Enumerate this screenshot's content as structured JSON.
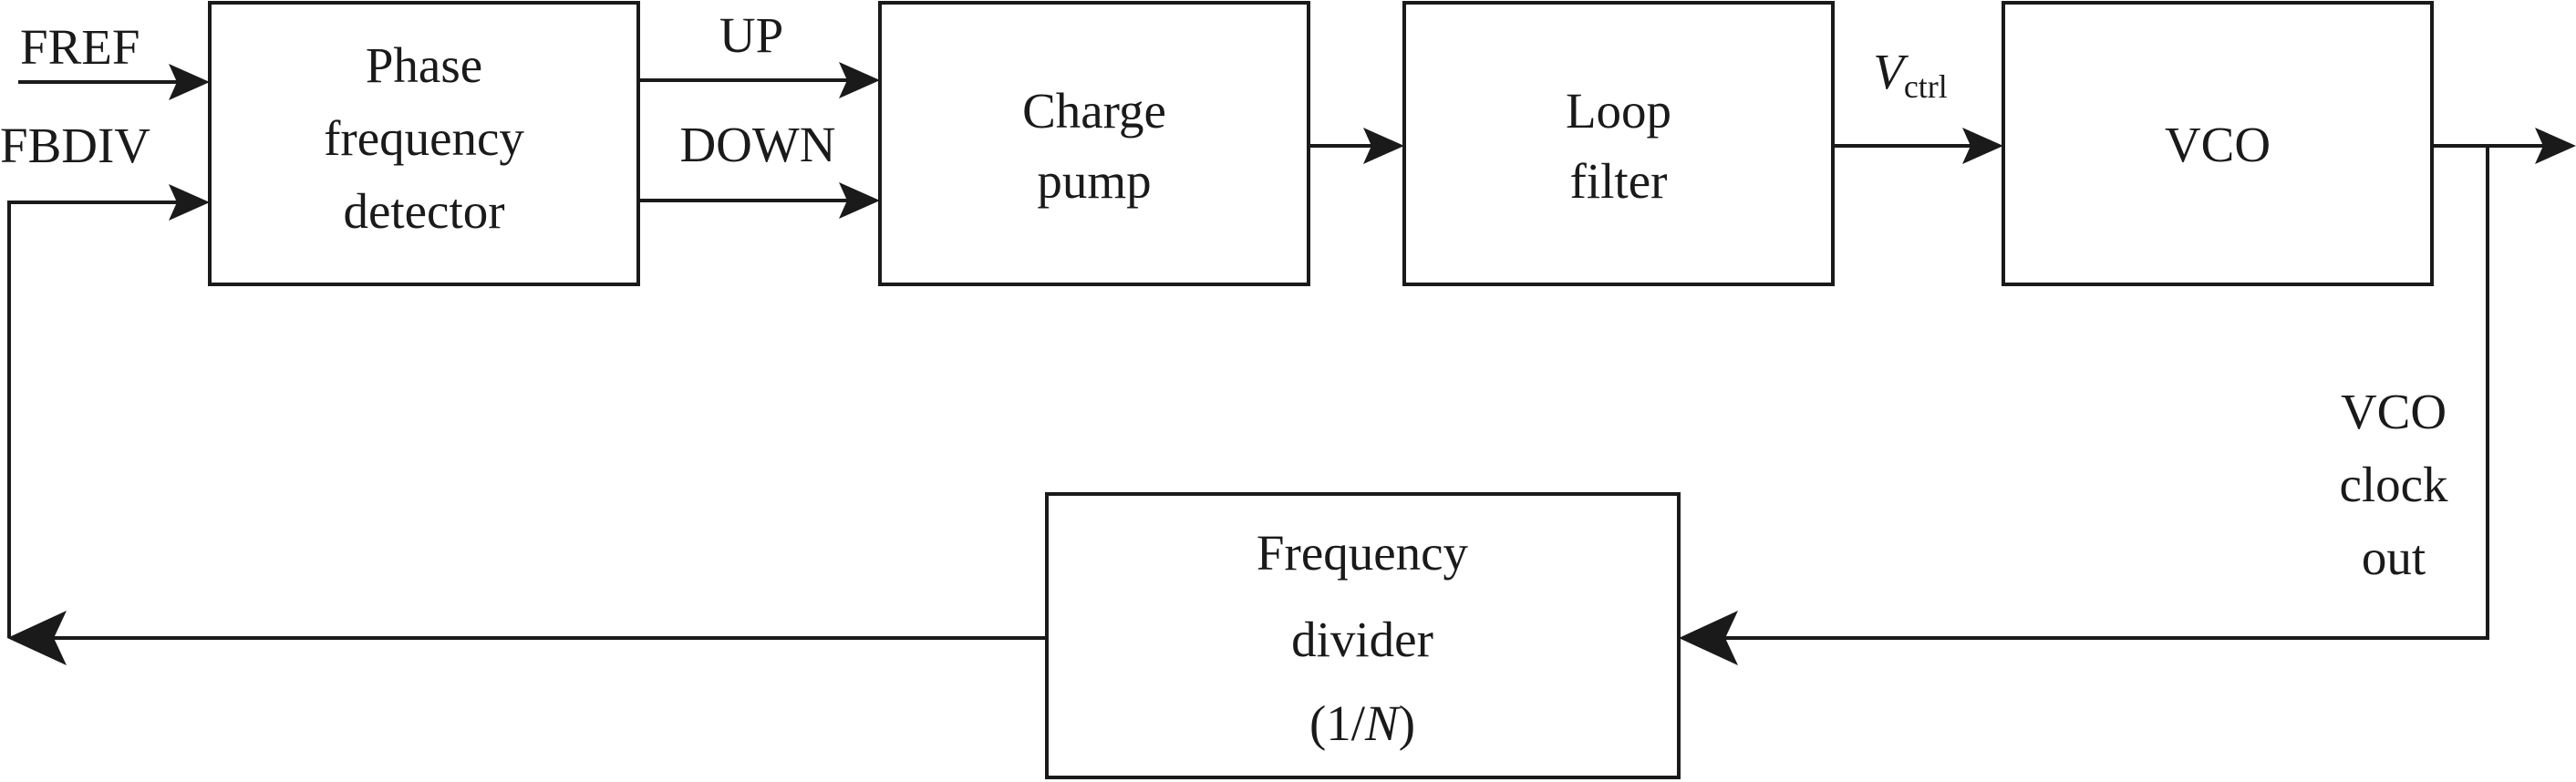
{
  "inputs": {
    "fref": "FREF",
    "fbdiv": "FBDIV"
  },
  "signals": {
    "up": "UP",
    "down": "DOWN",
    "vctrl_main": "V",
    "vctrl_sub": "ctrl"
  },
  "blocks": {
    "pfd": [
      "Phase",
      "frequency",
      "detector"
    ],
    "charge_pump": [
      "Charge",
      "pump"
    ],
    "loop_filter": [
      "Loop",
      "filter"
    ],
    "vco": [
      "VCO"
    ],
    "divider": {
      "line1": "Frequency",
      "line2": "divider",
      "line3_pre": "(1/",
      "line3_var": "N",
      "line3_post": ")"
    }
  },
  "output_label": [
    "VCO",
    "clock",
    "out"
  ]
}
